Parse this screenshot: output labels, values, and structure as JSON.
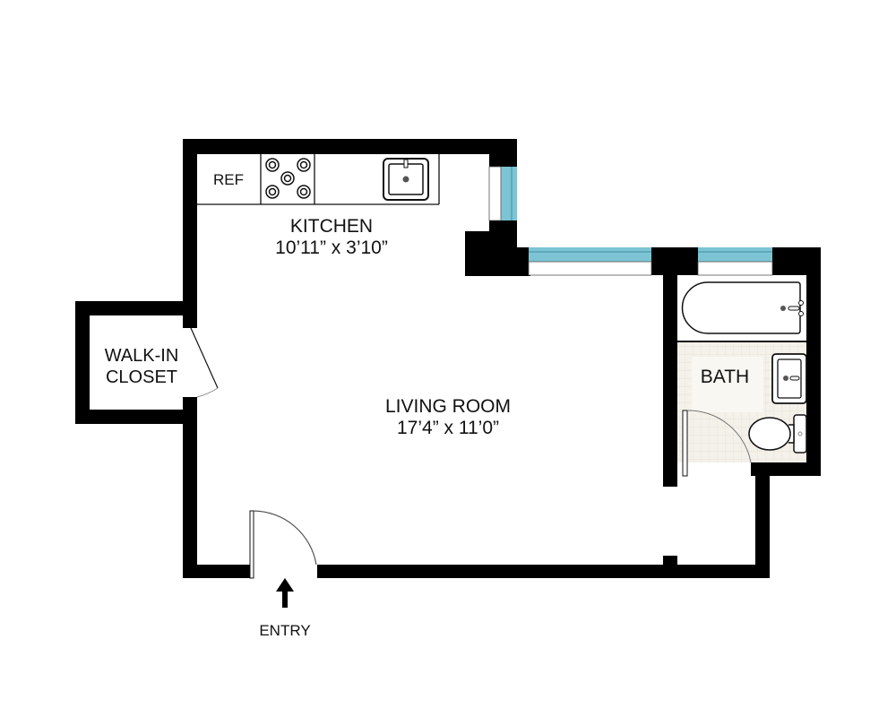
{
  "plan": {
    "colors": {
      "wall": "#000000",
      "window_glass": "#7cc4d4",
      "window_dark": "#3f8ea3",
      "floor": "#ffffff",
      "bath_tile": "#f4f1ea",
      "fixture_stroke": "#111111",
      "text": "#111111"
    },
    "rooms": {
      "kitchen": {
        "name": "KITCHEN",
        "dimensions": "10’11” x 3’10”"
      },
      "living_room": {
        "name": "LIVING ROOM",
        "dimensions": "17’4” x 11’0”"
      },
      "walk_in_closet": {
        "name_line1": "WALK-IN",
        "name_line2": "CLOSET"
      },
      "bath": {
        "name": "BATH"
      }
    },
    "fixtures": {
      "refrigerator": "REF",
      "stove": "stove-icon",
      "kitchen_sink": "sink-icon",
      "bathtub": "bathtub-icon",
      "bath_sink": "sink-icon",
      "toilet": "toilet-icon"
    },
    "entry": {
      "label": "ENTRY",
      "arrow": "arrow-up-icon"
    }
  }
}
